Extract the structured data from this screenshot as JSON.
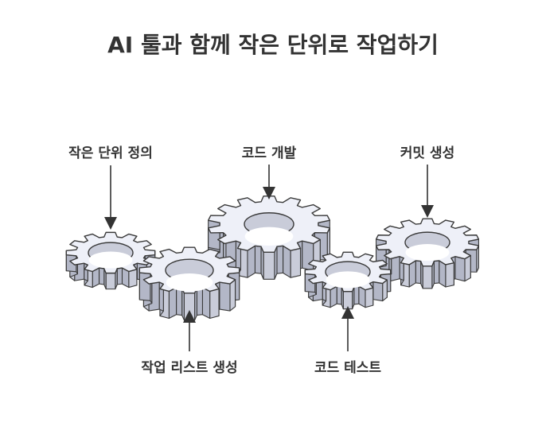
{
  "title": "AI 툴과 함께 작은 단위로 작업하기",
  "steps": [
    {
      "label": "작은 단위 정의"
    },
    {
      "label": "작업 리스트 생성"
    },
    {
      "label": "코드 개발"
    },
    {
      "label": "코드 테스트"
    },
    {
      "label": "커밋 생성"
    }
  ],
  "colors": {
    "gear_face": "#eef0f8",
    "gear_side": "#c9ccd9",
    "gear_side_dark": "#b3b7c7",
    "hole": "#ffffff",
    "stroke": "#3a3a3a",
    "text": "#333333",
    "arrow": "#333333"
  }
}
